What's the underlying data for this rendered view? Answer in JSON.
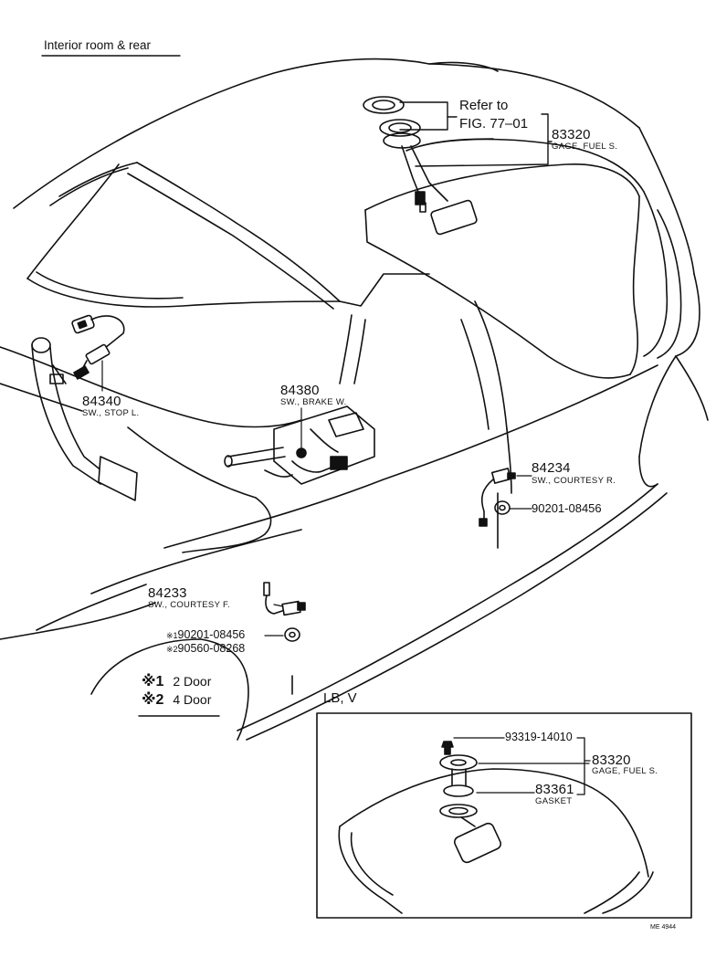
{
  "title": "Interior room & rear",
  "refer": {
    "line1": "Refer to",
    "line2": "FIG. 77–01"
  },
  "parts": {
    "gage_top": {
      "number": "83320",
      "name": "GAGE, FUEL S."
    },
    "stop_sw": {
      "number": "84340",
      "name": "SW., STOP L."
    },
    "brake_sw": {
      "number": "84380",
      "name": "SW., BRAKE W."
    },
    "courtesy_r": {
      "number": "84234",
      "name": "SW., COURTESY R."
    },
    "washer_r": {
      "number": "90201-08456"
    },
    "courtesy_f": {
      "number": "84233",
      "name": "SW., COURTESY F."
    },
    "washer_f1": {
      "mark": "※1",
      "number": "90201-08456"
    },
    "washer_f2": {
      "mark": "※2",
      "number": "90560-08268"
    }
  },
  "legend": {
    "row1": {
      "mark": "※1",
      "text": "2 Door"
    },
    "row2": {
      "mark": "※2",
      "text": "4 Door"
    }
  },
  "inset": {
    "title": "LB, V",
    "screw": {
      "number": "93319-14010"
    },
    "gage": {
      "number": "83320",
      "name": "GAGE, FUEL S."
    },
    "gasket": {
      "number": "83361",
      "name": "GASKET"
    }
  },
  "code": "ME 4944"
}
